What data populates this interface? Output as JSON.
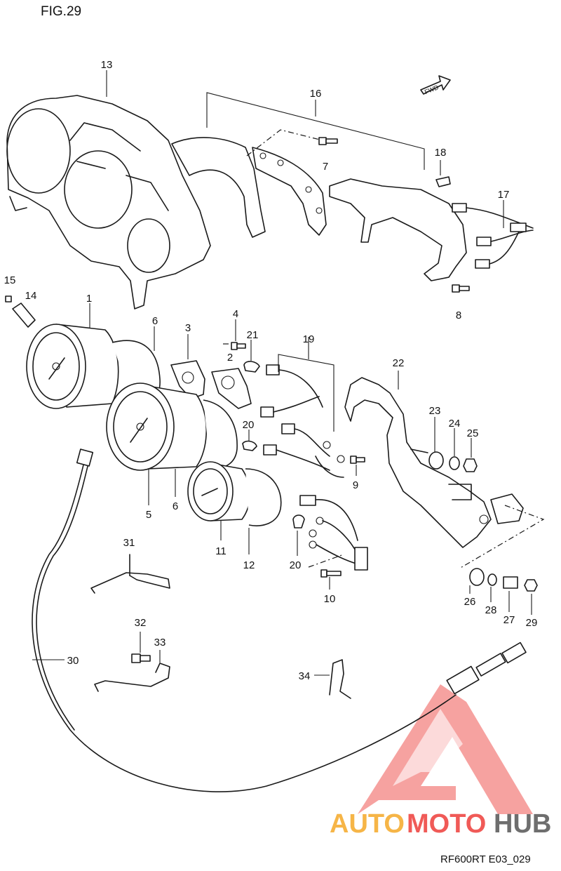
{
  "figure_title": "FIG.29",
  "drawing_code": "RF600RT E03_029",
  "fwd_label": "FWD",
  "watermark": {
    "part1": "AUTO",
    "part2": "MOTO",
    "part3": "HUB",
    "colors": {
      "orange": "#F6B547",
      "red": "#F05A57",
      "grey": "#6E6E6E"
    }
  },
  "callouts": [
    {
      "id": "c1",
      "text": "1"
    },
    {
      "id": "c2",
      "text": "2"
    },
    {
      "id": "c3",
      "text": "3"
    },
    {
      "id": "c4",
      "text": "4"
    },
    {
      "id": "c5",
      "text": "5"
    },
    {
      "id": "c6a",
      "text": "6"
    },
    {
      "id": "c6b",
      "text": "6"
    },
    {
      "id": "c7",
      "text": "7"
    },
    {
      "id": "c8",
      "text": "8"
    },
    {
      "id": "c9",
      "text": "9"
    },
    {
      "id": "c10",
      "text": "10"
    },
    {
      "id": "c11",
      "text": "11"
    },
    {
      "id": "c12",
      "text": "12"
    },
    {
      "id": "c13",
      "text": "13"
    },
    {
      "id": "c14",
      "text": "14"
    },
    {
      "id": "c15",
      "text": "15"
    },
    {
      "id": "c16",
      "text": "16"
    },
    {
      "id": "c17",
      "text": "17"
    },
    {
      "id": "c18",
      "text": "18"
    },
    {
      "id": "c19",
      "text": "19"
    },
    {
      "id": "c20a",
      "text": "20"
    },
    {
      "id": "c20b",
      "text": "20"
    },
    {
      "id": "c21",
      "text": "21"
    },
    {
      "id": "c22",
      "text": "22"
    },
    {
      "id": "c23",
      "text": "23"
    },
    {
      "id": "c24",
      "text": "24"
    },
    {
      "id": "c25",
      "text": "25"
    },
    {
      "id": "c26",
      "text": "26"
    },
    {
      "id": "c27",
      "text": "27"
    },
    {
      "id": "c28",
      "text": "28"
    },
    {
      "id": "c29",
      "text": "29"
    },
    {
      "id": "c30",
      "text": "30"
    },
    {
      "id": "c31",
      "text": "31"
    },
    {
      "id": "c32",
      "text": "32"
    },
    {
      "id": "c33",
      "text": "33"
    },
    {
      "id": "c34",
      "text": "34"
    }
  ]
}
